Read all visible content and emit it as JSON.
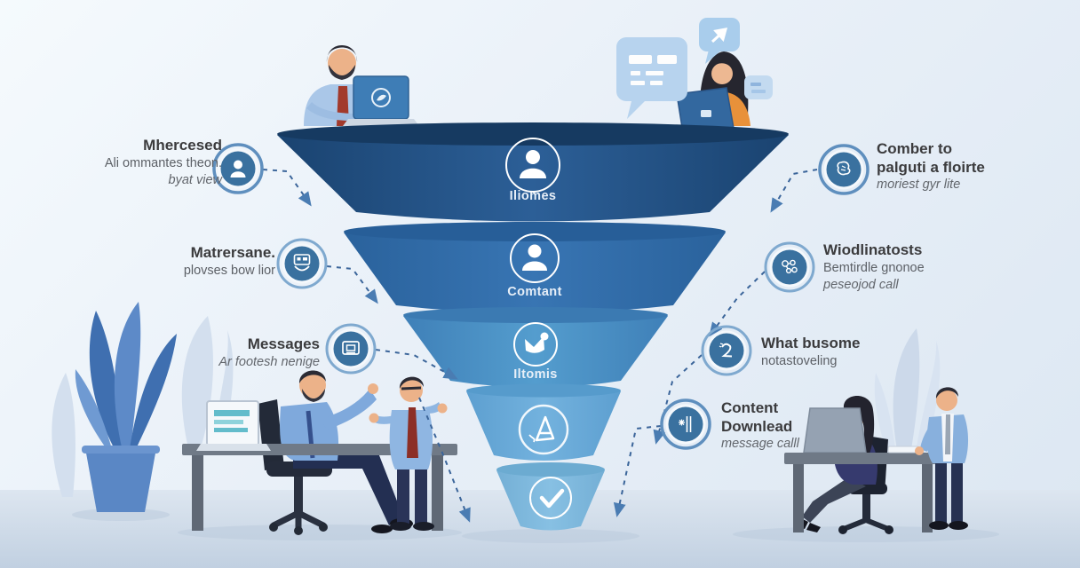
{
  "funnel": {
    "tiers": [
      {
        "label": "Iliomes",
        "icon": "user-icon",
        "color": "#1d4e80"
      },
      {
        "label": "Comtant",
        "icon": "user-icon",
        "color": "#2f6ca8"
      },
      {
        "label": "Iltomis",
        "icon": "check-badge-icon",
        "color": "#4a8cc2"
      },
      {
        "label": "",
        "icon": "paper-plane-icon",
        "color": "#66a8d6"
      },
      {
        "label": "",
        "icon": "checkmark-icon",
        "color": "#7db7dc"
      }
    ]
  },
  "left_labels": [
    {
      "title": "Mhercesed",
      "line1": "Ali ommantes theon.",
      "line2": "byat view",
      "icon": "user-icon"
    },
    {
      "title": "Matrersane.",
      "line1": "plovses bow lior",
      "line2": "",
      "icon": "chat-face-icon"
    },
    {
      "title": "Messages",
      "line1": "Ar footesh nenige",
      "line2": "",
      "icon": "id-card-icon"
    }
  ],
  "right_labels": [
    {
      "title": "Comber to",
      "title2": "palguti a floirte",
      "line1": "moriest gyr lite",
      "line2": "",
      "icon": "hand-gesture-icon"
    },
    {
      "title": "Wiodlinatosts",
      "title2": "",
      "line1": "Bemtirdle gnonoe",
      "line2": "peseojod call",
      "icon": "molecule-icon"
    },
    {
      "title": "What busome",
      "title2": "",
      "line1": "notastoveling",
      "line2": "",
      "icon": "number-2-icon"
    },
    {
      "title": "Content",
      "title2": "Downlead",
      "line1": "message calll",
      "line2": "",
      "icon": "asterisk-icon"
    }
  ],
  "colors": {
    "background": "#e9f0f8",
    "floor": "#c8d6e6",
    "arrow": "#3b659a",
    "icon_disc": "#3a719f",
    "icon_ring": "#7fa9cf",
    "title_text": "#3b3b3d",
    "body_text": "#5c6066",
    "tier_label_text": "#e7eff8"
  }
}
